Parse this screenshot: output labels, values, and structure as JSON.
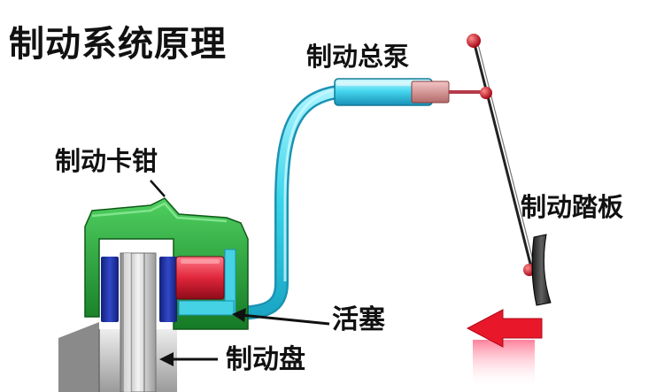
{
  "title": "制动系统原理",
  "labels": {
    "master_cylinder": "制动总泵",
    "caliper": "制动卡钳",
    "pedal": "制动踏板",
    "piston": "活塞",
    "disc": "制动盘"
  },
  "colors": {
    "fluid": "#4fd8e8",
    "caliper": "#23a33a",
    "piston": "#e0263a",
    "pad": "#1a2c9a",
    "disc": "#d8d8d8",
    "pedal_knob": "#c8102e",
    "arrow": "#e8182a"
  }
}
